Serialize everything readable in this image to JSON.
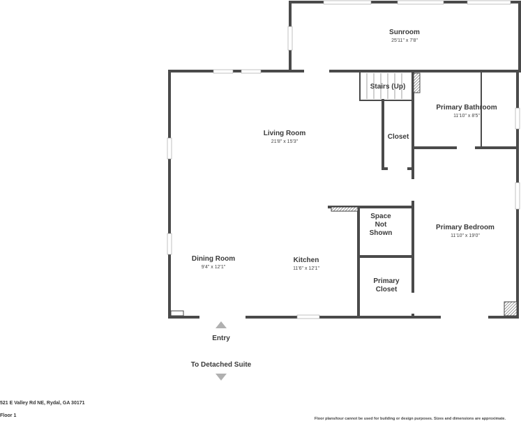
{
  "rooms": {
    "sunroom": {
      "name": "Sunroom",
      "dims": "25'11\" x 7'8\""
    },
    "living": {
      "name": "Living Room",
      "dims": "21'8\" x 15'3\""
    },
    "stairs": {
      "name": "Stairs (Up)"
    },
    "closet": {
      "name": "Closet"
    },
    "primary_bath": {
      "name": "Primary Bathroom",
      "dims": "11'10\" x 8'5\""
    },
    "space_not_shown": {
      "line1": "Space",
      "line2": "Not",
      "line3": "Shown"
    },
    "primary_bedroom": {
      "name": "Primary Bedroom",
      "dims": "11'10\" x 19'0\""
    },
    "dining": {
      "name": "Dining Room",
      "dims": "9'4\" x 12'1\""
    },
    "kitchen": {
      "name": "Kitchen",
      "dims": "11'6\" x 12'1\""
    },
    "primary_closet": {
      "line1": "Primary",
      "line2": "Closet"
    }
  },
  "labels": {
    "entry": "Entry",
    "detached": "To Detached Suite"
  },
  "footer": {
    "address": "521 E Valley Rd NE, Rydal, GA 30171",
    "floor": "Floor 1",
    "disclaimer": "Floor plans/tour cannot be used for building or design purposes. Sizes and dimensions are approximate."
  }
}
